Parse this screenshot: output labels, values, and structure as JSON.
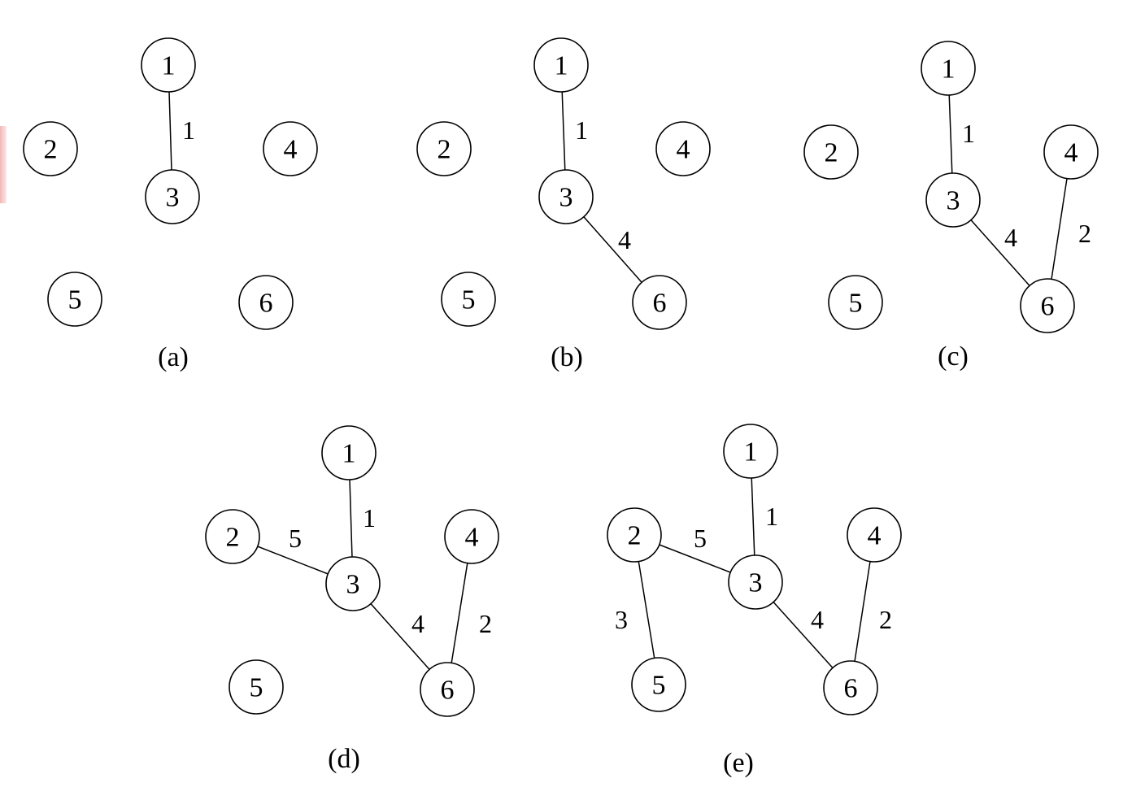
{
  "node_labels": [
    "1",
    "2",
    "3",
    "4",
    "5",
    "6"
  ],
  "stages": [
    {
      "caption": "(a)",
      "edges": [
        {
          "from": "1",
          "to": "3",
          "weight": "1"
        }
      ]
    },
    {
      "caption": "(b)",
      "edges": [
        {
          "from": "1",
          "to": "3",
          "weight": "1"
        },
        {
          "from": "3",
          "to": "6",
          "weight": "4"
        }
      ]
    },
    {
      "caption": "(c)",
      "edges": [
        {
          "from": "1",
          "to": "3",
          "weight": "1"
        },
        {
          "from": "3",
          "to": "6",
          "weight": "4"
        },
        {
          "from": "4",
          "to": "6",
          "weight": "2"
        }
      ]
    },
    {
      "caption": "(d)",
      "edges": [
        {
          "from": "1",
          "to": "3",
          "weight": "1"
        },
        {
          "from": "2",
          "to": "3",
          "weight": "5"
        },
        {
          "from": "3",
          "to": "6",
          "weight": "4"
        },
        {
          "from": "4",
          "to": "6",
          "weight": "2"
        }
      ]
    },
    {
      "caption": "(e)",
      "edges": [
        {
          "from": "1",
          "to": "3",
          "weight": "1"
        },
        {
          "from": "2",
          "to": "3",
          "weight": "5"
        },
        {
          "from": "2",
          "to": "5",
          "weight": "3"
        },
        {
          "from": "3",
          "to": "6",
          "weight": "4"
        },
        {
          "from": "4",
          "to": "6",
          "weight": "2"
        }
      ]
    }
  ]
}
